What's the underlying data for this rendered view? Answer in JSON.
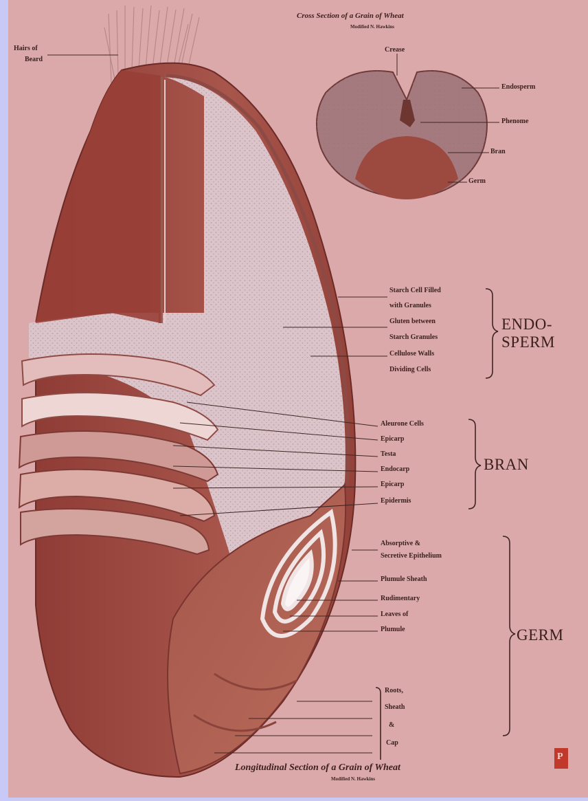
{
  "figure": {
    "cross_section_title": "Cross Section of a Grain of Wheat",
    "cross_section_subtitle": "Modified N. Hawkins",
    "longitudinal_caption": "Longitudinal Section of a Grain of Wheat",
    "longitudinal_subtitle": "Modified N. Hawkins",
    "corner_mark": "P"
  },
  "labels": {
    "hairs_of_beard": [
      "Hairs of",
      "Beard"
    ],
    "cross_section": {
      "crease_top": "Crease",
      "endosperm": "Endosperm",
      "phenome": "Phenome",
      "bran": "Bran",
      "germ": "Germ"
    },
    "endosperm": {
      "group": [
        "ENDO-",
        "SPERM"
      ],
      "items": [
        "Starch Cell Filled",
        "with Granules",
        "Gluten between",
        "Starch Granules",
        "Cellulose Walls",
        "Dividing Cells"
      ]
    },
    "bran": {
      "group": "BRAN",
      "items": [
        "Aleurone Cells",
        "Epicarp",
        "Testa",
        "Endocarp",
        "Epicarp",
        "Epidermis"
      ]
    },
    "germ": {
      "group": "GERM",
      "items": [
        "Absorptive &",
        "Secretive Epithelium",
        "Plumule Sheath",
        "Rudimentary",
        "Leaves of",
        "Plumule",
        "Roots,",
        "Sheath",
        "&",
        "Cap"
      ]
    }
  },
  "colors": {
    "background_border": "#c9c9f7",
    "paper": "#dba9a9",
    "husk": "#9f4b43",
    "endosperm": "#dcc4cb",
    "ink": "#3a1f1c"
  }
}
